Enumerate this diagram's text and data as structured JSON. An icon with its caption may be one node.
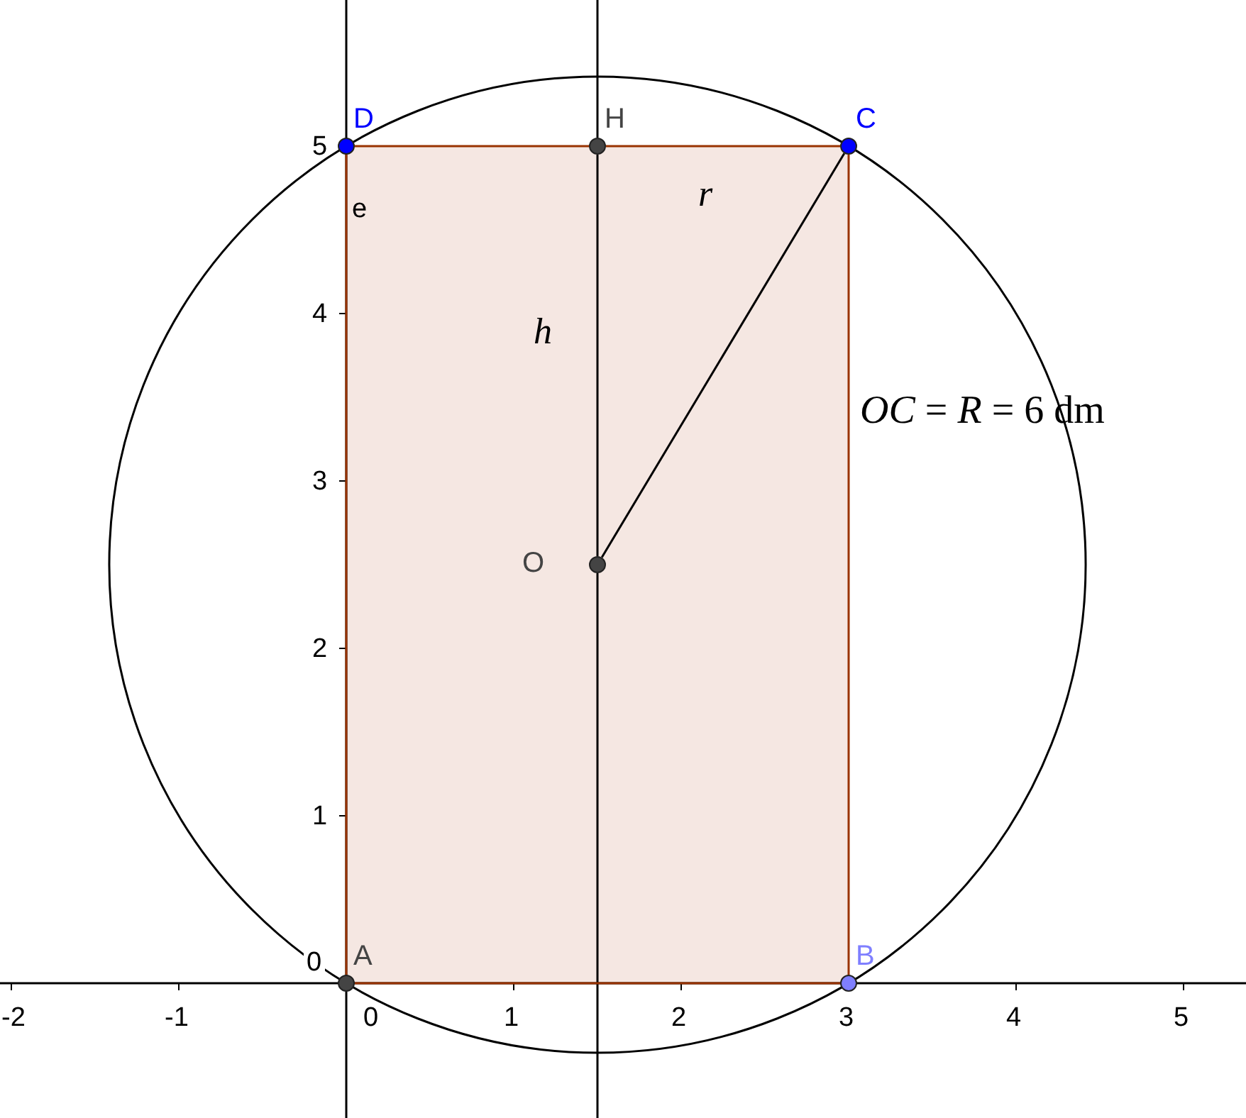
{
  "diagram": {
    "nodes": [
      {
        "text": [
          "D"
        ]
      },
      {
        "text": [
          "H"
        ]
      },
      {
        "text": [
          "C"
        ]
      },
      {
        "text": [
          "O"
        ]
      },
      {
        "text": [
          "A"
        ]
      },
      {
        "text": [
          "B"
        ]
      }
    ],
    "edges": [
      {
        "from": 0,
        "to": 1,
        "arrow": "none"
      },
      {
        "from": 1,
        "to": 2,
        "arrow": "none"
      },
      {
        "from": 2,
        "to": 5,
        "arrow": "none"
      },
      {
        "from": 5,
        "to": 4,
        "arrow": "none"
      },
      {
        "from": 4,
        "to": 0,
        "arrow": "none"
      },
      {
        "from": 3,
        "to": 2,
        "arrow": "none",
        "color": "#000000"
      },
      {
        "from": 1,
        "to": 3,
        "arrow": "none",
        "label": "h",
        "color": "#000000"
      }
    ],
    "labels": [
      "e",
      "r",
      "*OC* = *R* = 6 dm",
      "5",
      "4",
      "3",
      "2",
      "1",
      "0",
      "-2",
      "-1",
      "0",
      "1",
      "2",
      "3",
      "4",
      "5"
    ]
  }
}
